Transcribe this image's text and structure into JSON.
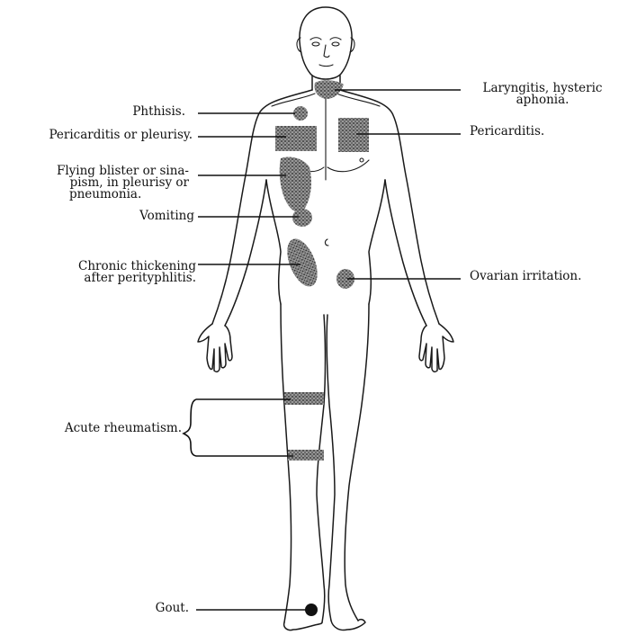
{
  "labels": {
    "laryngitis": [
      "Laryngitis, hysteric",
      "aphonia."
    ],
    "phthisis": "Phthisis.",
    "pericarditis_pleurisy": "Pericarditis or pleurisy.",
    "pericarditis": "Pericarditis.",
    "flying_blister": [
      "Flying blister or sina-",
      "pism, in pleurisy or",
      "pneumonia."
    ],
    "vomiting": "Vomiting",
    "chronic_thickening": [
      "Chronic thickening",
      "after perityphlitis."
    ],
    "ovarian": "Ovarian irritation.",
    "acute_rheumatism": "Acute rheumatism.",
    "gout": "Gout."
  },
  "colors": {
    "ink": "#111111",
    "background": "#ffffff"
  }
}
